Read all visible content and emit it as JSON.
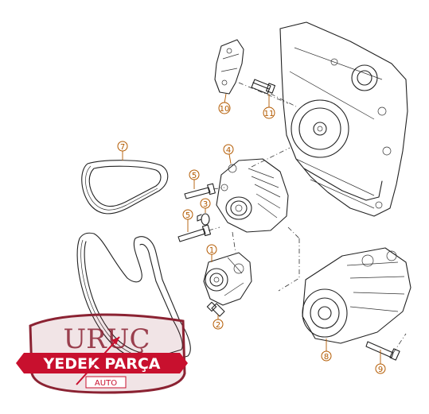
{
  "diagram": {
    "callouts": [
      {
        "id": "c1",
        "label": "1"
      },
      {
        "id": "c2",
        "label": "2"
      },
      {
        "id": "c3",
        "label": "3"
      },
      {
        "id": "c4",
        "label": "4"
      },
      {
        "id": "c5a",
        "label": "5"
      },
      {
        "id": "c5b",
        "label": "5"
      },
      {
        "id": "c7",
        "label": "7"
      },
      {
        "id": "c8",
        "label": "8"
      },
      {
        "id": "c9",
        "label": "9"
      },
      {
        "id": "c10",
        "label": "10"
      },
      {
        "id": "c11",
        "label": "11"
      }
    ]
  },
  "watermark": {
    "brand": "URUÇ",
    "line2": "YEDEK PARÇA",
    "line3": "AUTO",
    "colors": {
      "maroon": "#8b2232",
      "red": "#c8102e",
      "white": "#ffffff"
    }
  }
}
